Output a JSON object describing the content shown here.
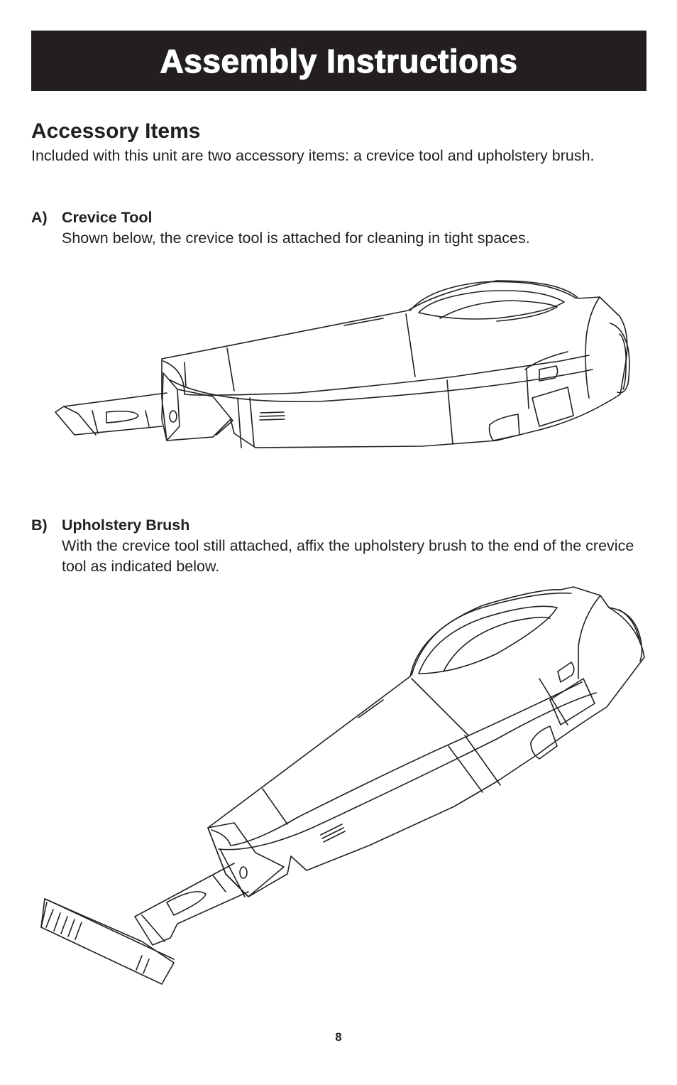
{
  "header": {
    "title": "Assembly Instructions"
  },
  "section": {
    "heading": "Accessory Items",
    "intro": "Included with this unit are two accessory items: a crevice tool and upholstery brush."
  },
  "steps": [
    {
      "letter": "A)",
      "title": "Crevice Tool",
      "text": "Shown below, the crevice tool is attached for cleaning in tight spaces."
    },
    {
      "letter": "B)",
      "title": "Upholstery Brush",
      "text": "With the crevice tool still attached, affix the upholstery brush to the end of the crevice tool as indicated below."
    }
  ],
  "footer": {
    "page_number": "8"
  }
}
